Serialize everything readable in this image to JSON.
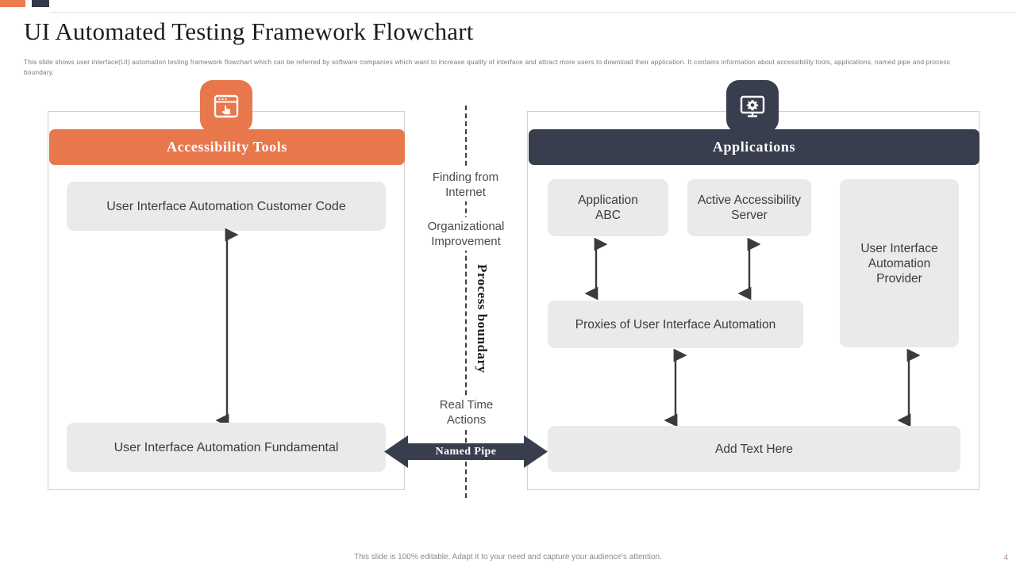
{
  "decoration": {
    "bar_orange_color": "#ed7d4e",
    "bar_dark_color": "#343a4a"
  },
  "header": {
    "title": "UI Automated Testing Framework Flowchart",
    "subtitle": "This slide shows user interface(UI) automation testing framework flowchart which can be referred by software companies which want to increase quality of interface and attract more users to download their application.  It contains information about accessibility tools, applications, named pipe and process boundary."
  },
  "left_panel": {
    "header_label": "Accessibility  Tools",
    "header_color": "#e8774c",
    "icon": "browser-click-icon",
    "boxes": [
      {
        "label": "User Interface Automation Customer Code"
      },
      {
        "label": "User Interface Automation Fundamental"
      }
    ]
  },
  "right_panel": {
    "header_label": "Applications",
    "header_color": "#383e4e",
    "icon": "monitor-gear-icon",
    "boxes": [
      {
        "label": "Application\nABC"
      },
      {
        "label": "Active Accessibility\nServer"
      },
      {
        "label": "User Interface\nAutomation\nProvider"
      },
      {
        "label": "Proxies of User Interface  Automation"
      },
      {
        "label": "Add Text Here"
      }
    ]
  },
  "center": {
    "label_finding": "Finding from\nInternet",
    "label_organizational": "Organizational\nImprovement",
    "label_realtime": "Real Time\nActions",
    "process_boundary": "Process boundary",
    "named_pipe": "Named Pipe"
  },
  "footer": {
    "note": "This slide is 100% editable. Adapt it to your need and capture your audience's attention.",
    "page_number": "4"
  }
}
